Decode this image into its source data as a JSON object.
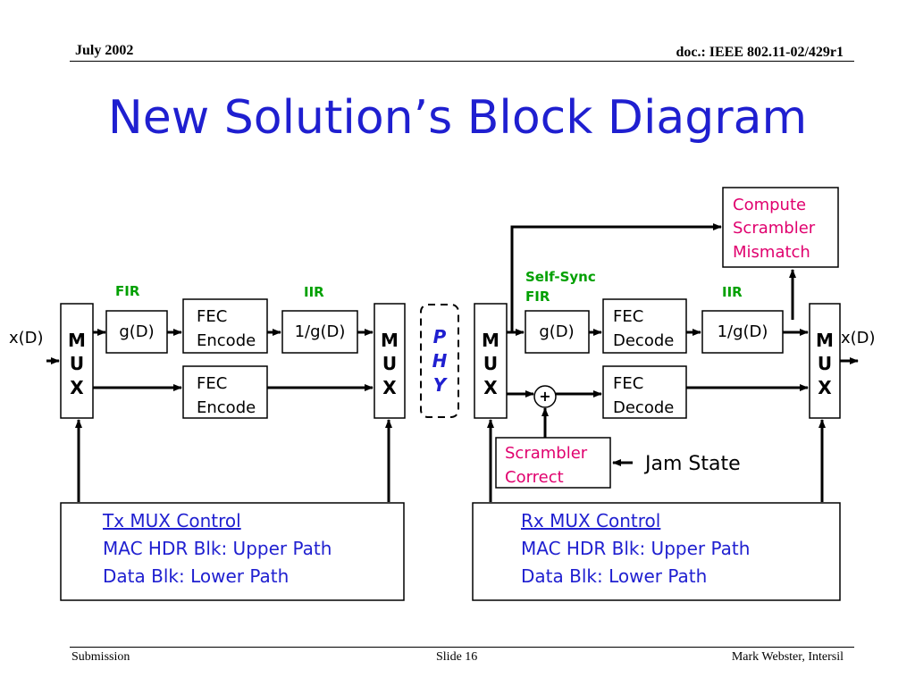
{
  "header": {
    "date": "July 2002",
    "doc": "doc.: IEEE 802.11-02/429r1"
  },
  "title": "New Solution’s Block Diagram",
  "footer": {
    "left": "Submission",
    "center": "Slide 16",
    "right": "Mark Webster, Intersil"
  },
  "tx": {
    "input": "x(D)",
    "mux_left": [
      "M",
      "U",
      "X"
    ],
    "fir_label": "FIR",
    "iir_label": "IIR",
    "g": "g(D)",
    "fec_upper": [
      "FEC",
      "Encode"
    ],
    "inv_g": "1/g(D)",
    "fec_lower": [
      "FEC",
      "Encode"
    ],
    "mux_right": [
      "M",
      "U",
      "X"
    ],
    "control": {
      "title": "Tx MUX Control",
      "line1": "MAC HDR Blk:  Upper Path",
      "line2": "Data Blk:  Lower Path"
    }
  },
  "phy": [
    "P",
    "H",
    "Y"
  ],
  "rx": {
    "mux_left": [
      "M",
      "U",
      "X"
    ],
    "selfsync_label": [
      "Self-Sync",
      "FIR"
    ],
    "iir_label": "IIR",
    "g": "g(D)",
    "fec_upper": [
      "FEC",
      "Decode"
    ],
    "inv_g": "1/g(D)",
    "fec_lower": [
      "FEC",
      "Decode"
    ],
    "mux_right": [
      "M",
      "U",
      "X"
    ],
    "output": "x(D)",
    "compute_box": [
      "Compute",
      "Scrambler",
      "Mismatch"
    ],
    "scrambler_correct": [
      "Scrambler",
      "Correct"
    ],
    "jam_state": "Jam State",
    "adder": "+",
    "control": {
      "title": "Rx MUX Control",
      "line1": "MAC HDR Blk:  Upper Path",
      "line2": "Data Blk:  Lower Path"
    }
  },
  "colors": {
    "title_blue": "#1f1fd0",
    "label_green": "#00a000",
    "accent_magenta": "#e0006e",
    "phy_blue": "#1f1fd0"
  }
}
